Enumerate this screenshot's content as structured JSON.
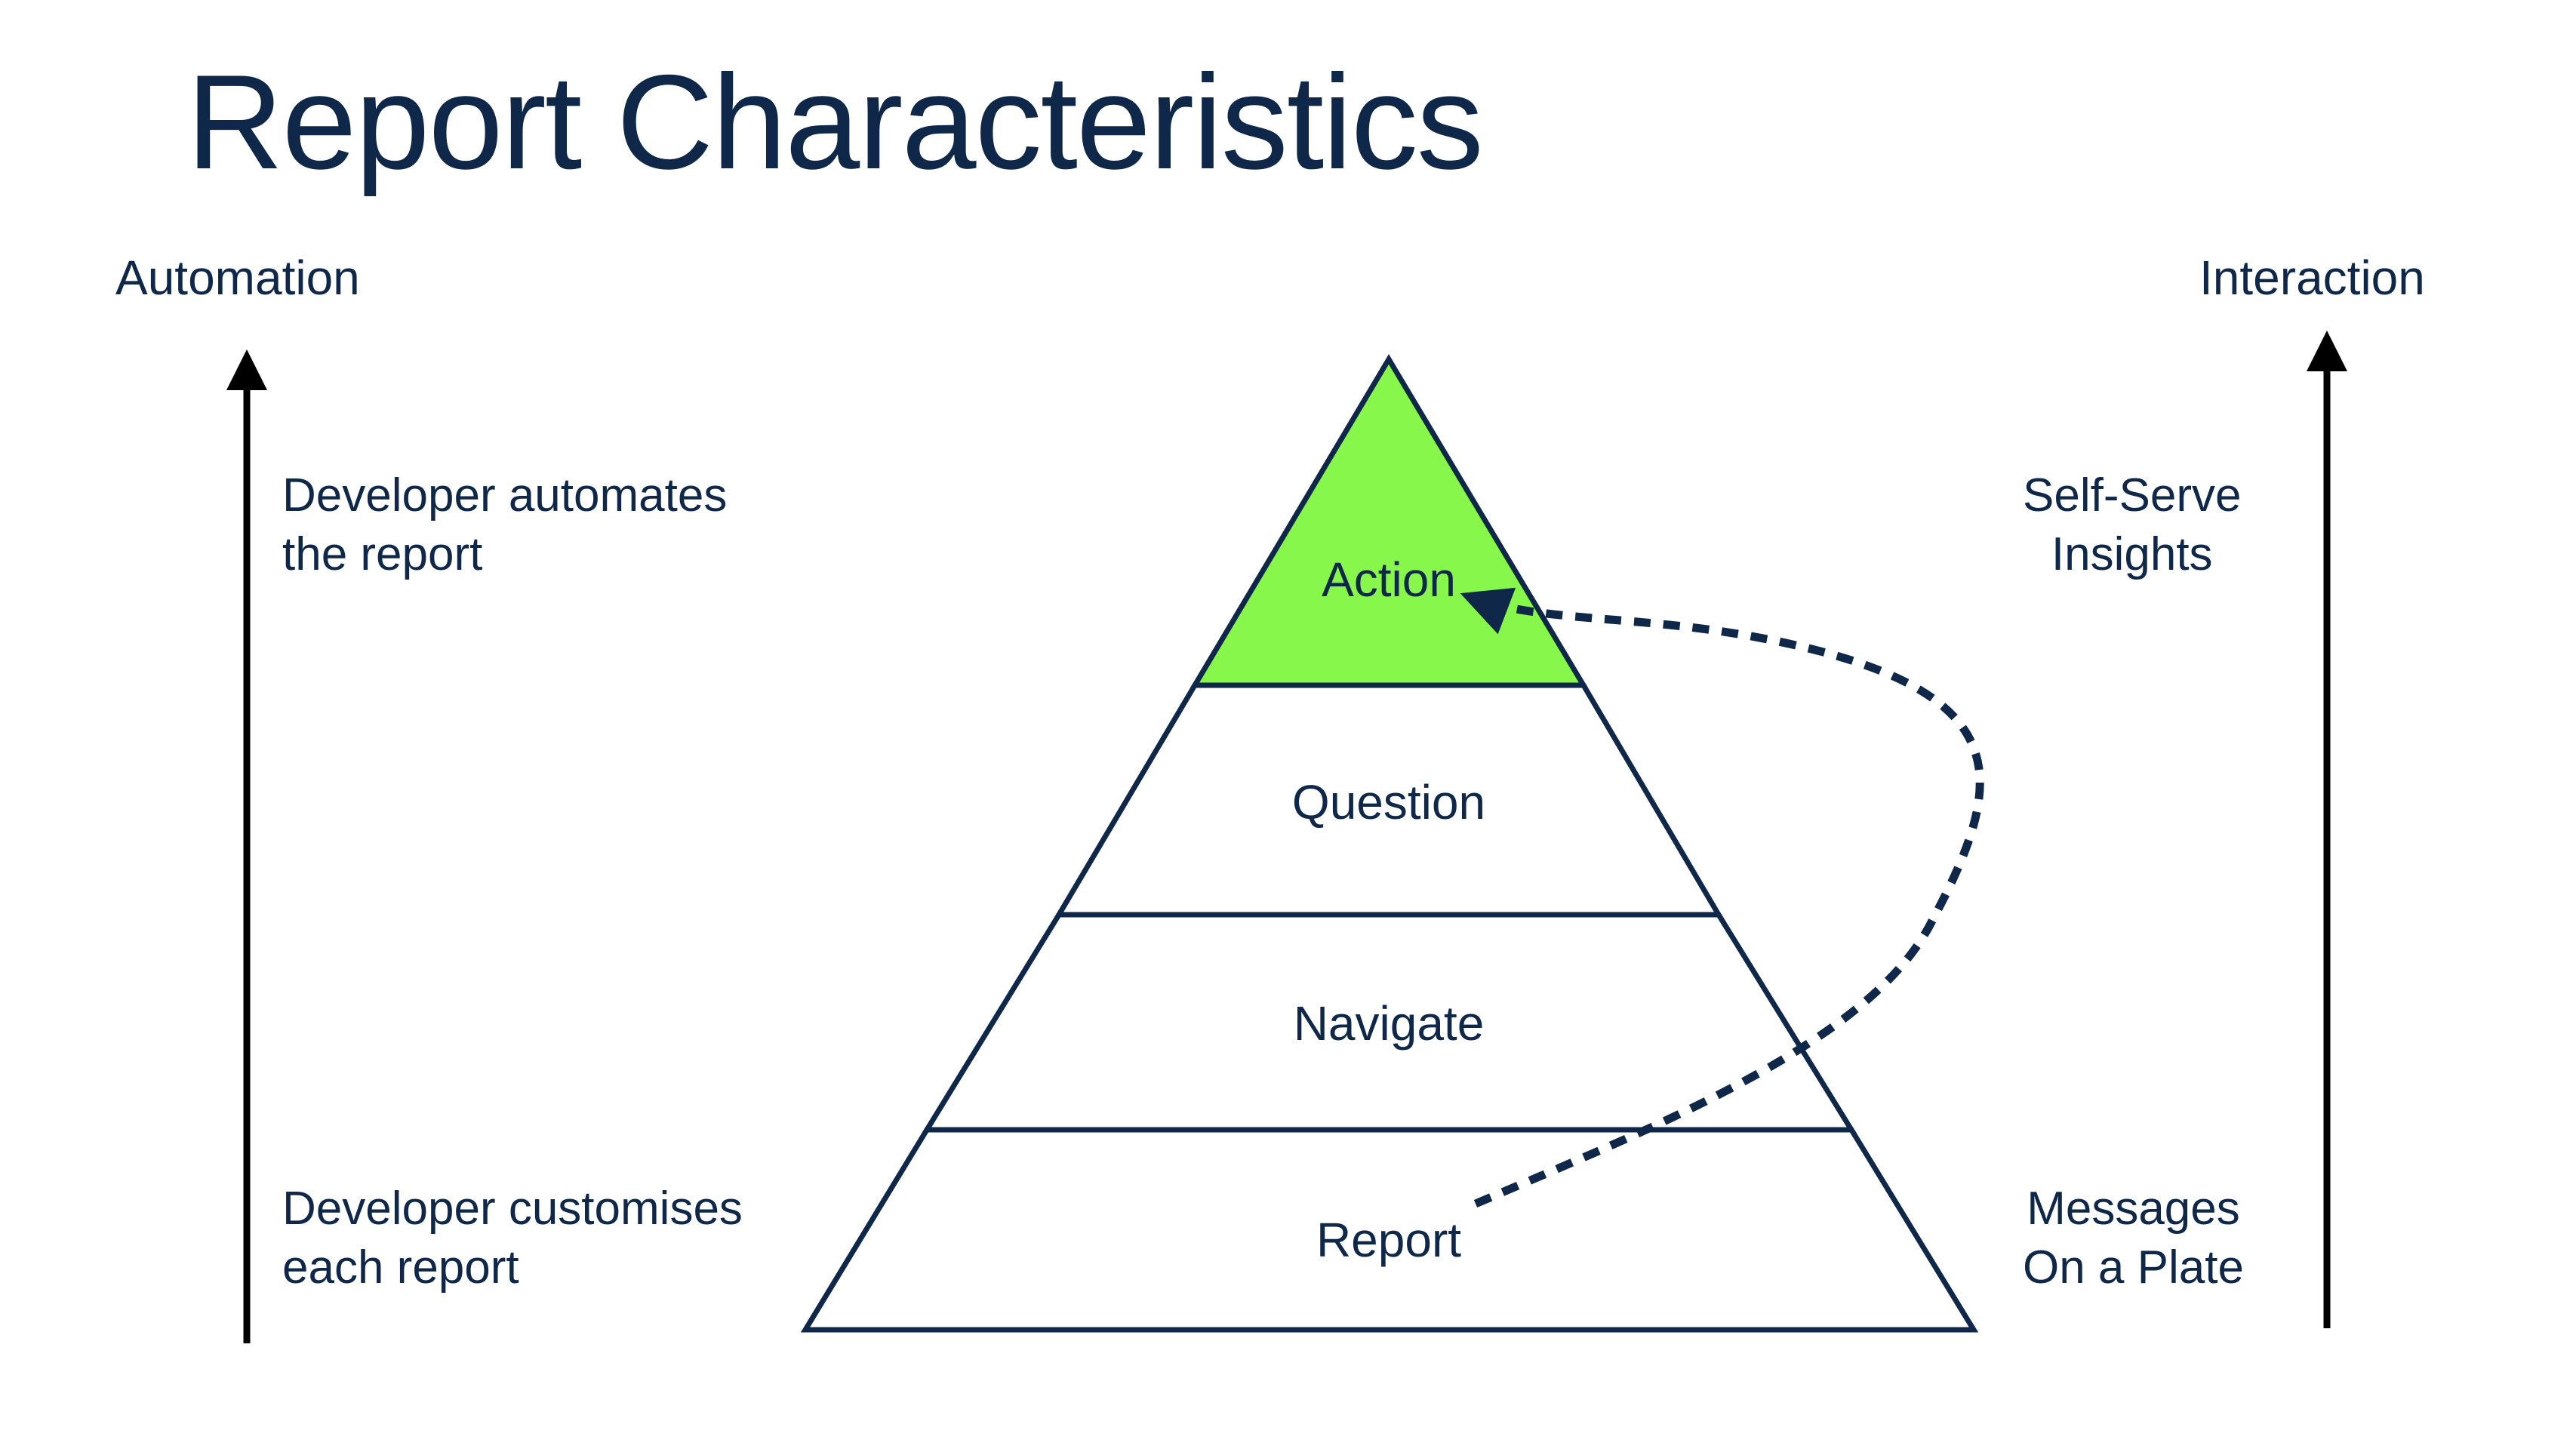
{
  "title": "Report Characteristics",
  "left_axis": {
    "label": "Automation",
    "top_note": [
      "Developer automates",
      "the report"
    ],
    "bottom_note": [
      "Developer customises",
      "each report"
    ]
  },
  "right_axis": {
    "label": "Interaction",
    "top_note": [
      "Self-Serve",
      "Insights"
    ],
    "bottom_note": [
      "Messages",
      "On a Plate"
    ]
  },
  "pyramid": {
    "tiers": [
      "Action",
      "Question",
      "Navigate",
      "Report"
    ],
    "highlighted_tier": "Action",
    "highlight_color": "#88f74c",
    "outline_color": "#0f2748"
  },
  "connector": {
    "from": "Report",
    "to": "Action",
    "style": "dashed-arrow"
  },
  "colors": {
    "text": "#0f2748",
    "axis_arrows": "#000000",
    "background": "#ffffff"
  }
}
